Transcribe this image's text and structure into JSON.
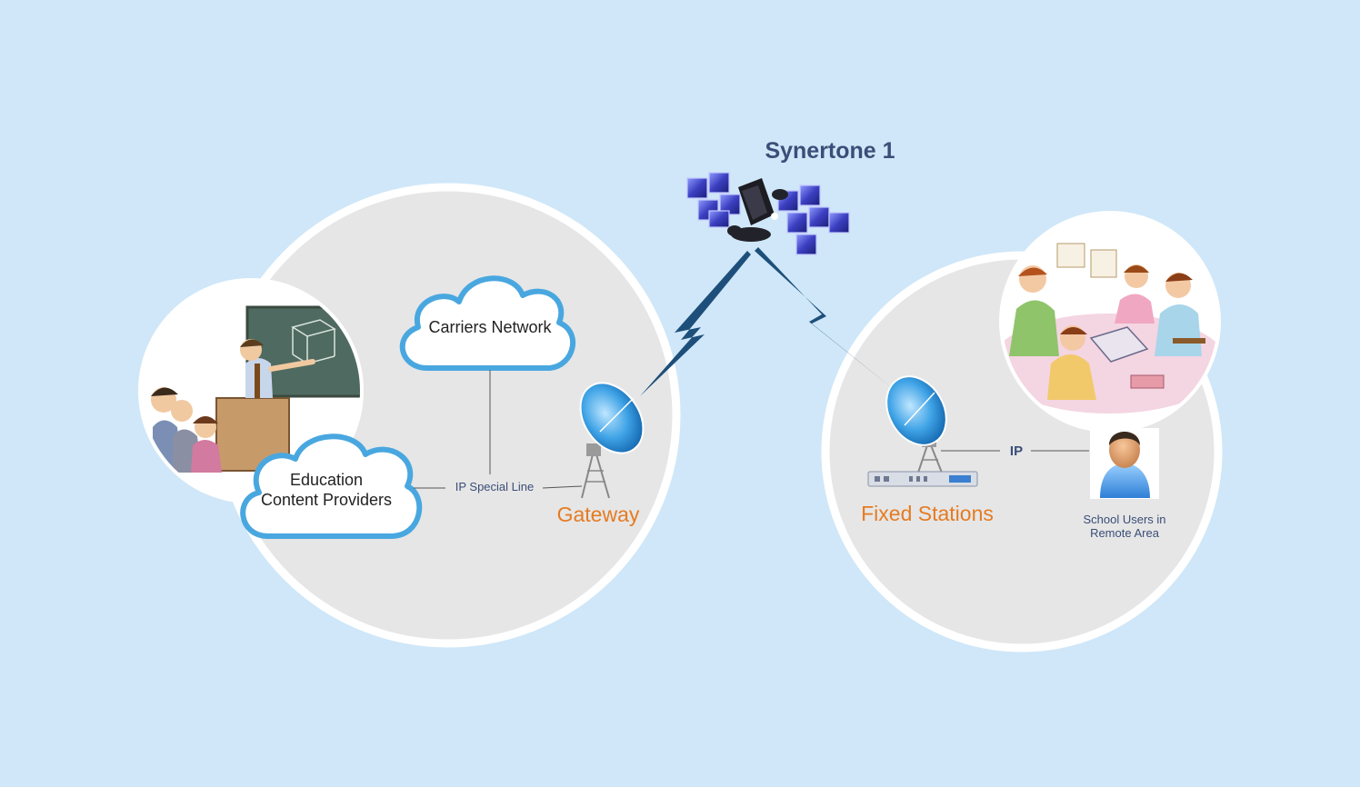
{
  "satellite": {
    "label": "Synertone 1"
  },
  "left_site": {
    "carriers_network": "Carriers Network",
    "content_providers_line1": "Education",
    "content_providers_line2": "Content Providers",
    "ip_special_line": "IP Special Line",
    "gateway": "Gateway"
  },
  "right_site": {
    "fixed_stations": "Fixed Stations",
    "ip_link": "IP",
    "school_users_line1": "School Users in",
    "school_users_line2": "Remote Area"
  },
  "colors": {
    "background": "#cfe7f8",
    "circle_fill": "#e6e6e6",
    "circle_stroke": "#ffffff",
    "cloud_stroke": "#49a7e0",
    "link_navy": "#1d4f7a",
    "label_orange": "#e57b22",
    "label_navy": "#3a4e78"
  },
  "icons": [
    "satellite-icon",
    "dish-antenna-icon",
    "cloud-icon",
    "user-avatar-icon",
    "classroom-illustration",
    "children-illustration",
    "modem-icon"
  ]
}
